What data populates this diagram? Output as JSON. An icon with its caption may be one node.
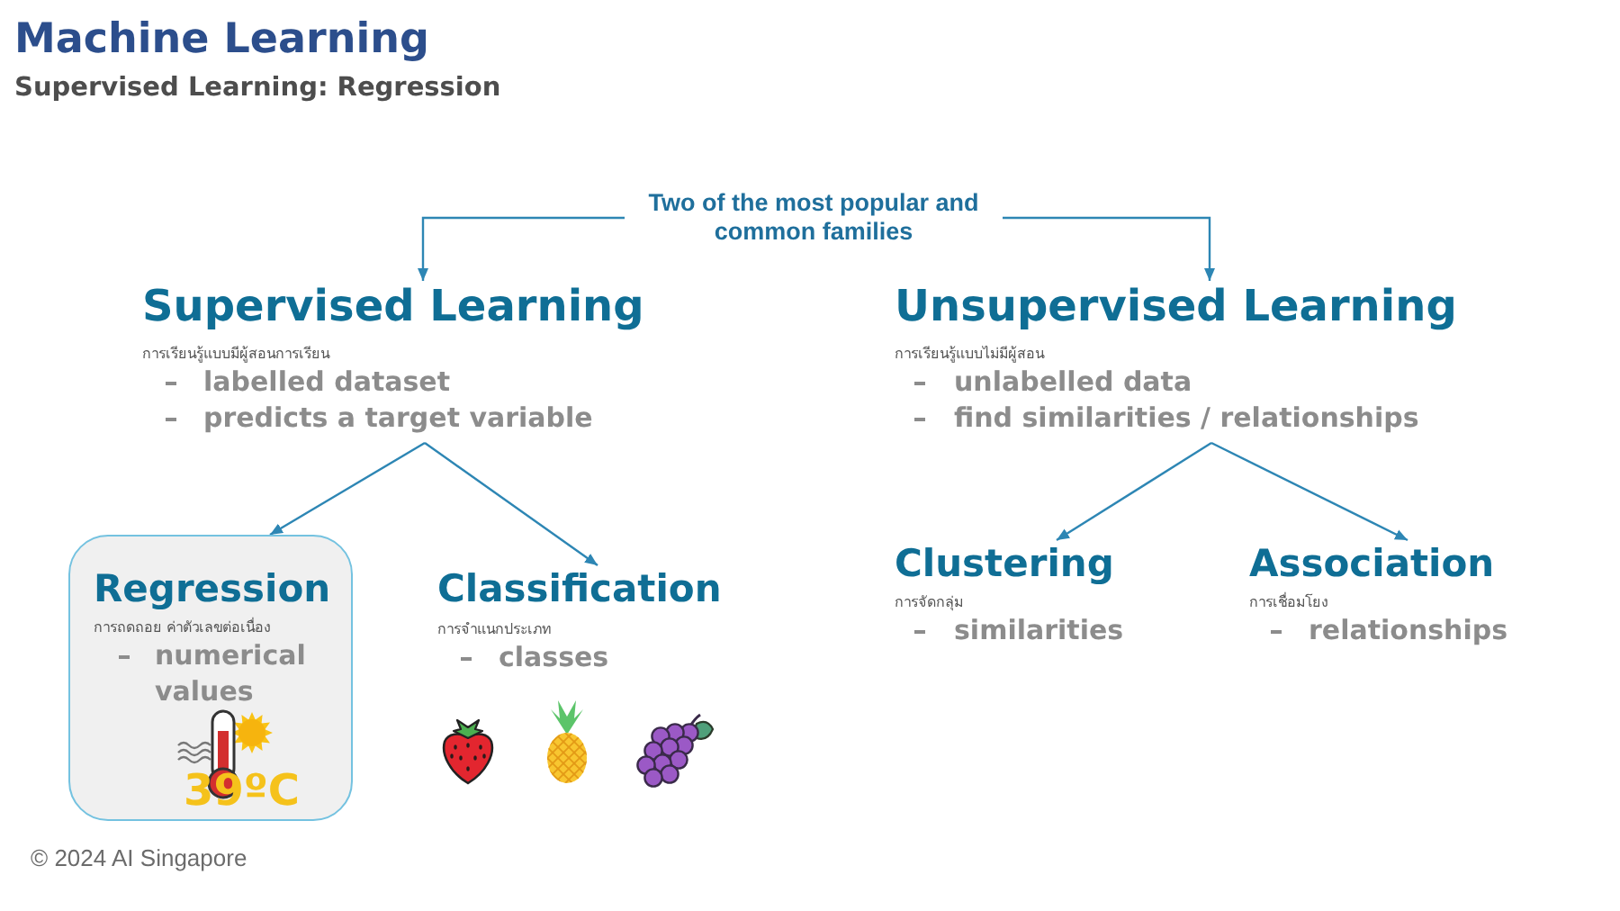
{
  "diagram": {
    "title": "Machine Learning",
    "nodes": [
      {
        "text": [
          "Two of the most popular and common families"
        ]
      },
      {
        "text": [
          "Supervised Learning",
          "การเรียนรู้แบบมีผู้สอนการเรียน",
          "labelled dataset",
          "predicts a target variable"
        ]
      },
      {
        "text": [
          "Unsupervised Learning",
          "การเรียนรู้แบบไม่มีผู้สอน",
          "unlabelled data",
          "find similarities / relationships"
        ]
      },
      {
        "text": [
          "Regression",
          "การถดถอย ค่าตัวเลขต่อเนื่อง",
          "numerical values",
          "39ºC"
        ]
      },
      {
        "text": [
          "Classification",
          "การจำแนกประเภท",
          "classes"
        ]
      },
      {
        "text": [
          "Clustering",
          "การจัดกลุ่ม",
          "similarities"
        ]
      },
      {
        "text": [
          "Association",
          "การเชื่อมโยง",
          "relationships"
        ]
      }
    ],
    "edges": [
      {
        "from": 0,
        "to": 1,
        "arrow": "to"
      },
      {
        "from": 0,
        "to": 2,
        "arrow": "to"
      },
      {
        "from": 1,
        "to": 3,
        "arrow": "to"
      },
      {
        "from": 1,
        "to": 4,
        "arrow": "to"
      },
      {
        "from": 2,
        "to": 5,
        "arrow": "to"
      },
      {
        "from": 2,
        "to": 6,
        "arrow": "to"
      }
    ],
    "labels": [
      "Supervised Learning: Regression",
      "© 2024 AI Singapore"
    ]
  }
}
